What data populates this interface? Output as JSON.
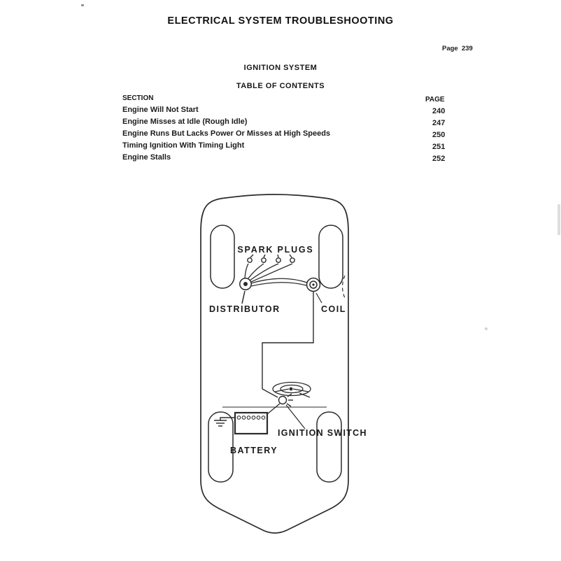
{
  "header": {
    "title": "ELECTRICAL SYSTEM TROUBLESHOOTING",
    "page_label": "Page  239"
  },
  "toc": {
    "section_title": "IGNITION SYSTEM",
    "heading": "TABLE OF CONTENTS",
    "col_section": "SECTION",
    "col_page": "PAGE",
    "rows": [
      {
        "section": "Engine Will Not Start",
        "page": "240"
      },
      {
        "section": "Engine Misses at Idle (Rough Idle)",
        "page": "247"
      },
      {
        "section": "Engine Runs But Lacks Power Or Misses at High Speeds",
        "page": "250"
      },
      {
        "section": "Timing Ignition With Timing Light",
        "page": "251"
      },
      {
        "section": "Engine Stalls",
        "page": "252"
      }
    ]
  },
  "diagram": {
    "labels": {
      "spark_plugs": "SPARK PLUGS",
      "distributor": "DISTRIBUTOR",
      "coil": "COIL",
      "ignition_switch": "IGNITION SWITCH",
      "battery": "BATTERY"
    }
  }
}
